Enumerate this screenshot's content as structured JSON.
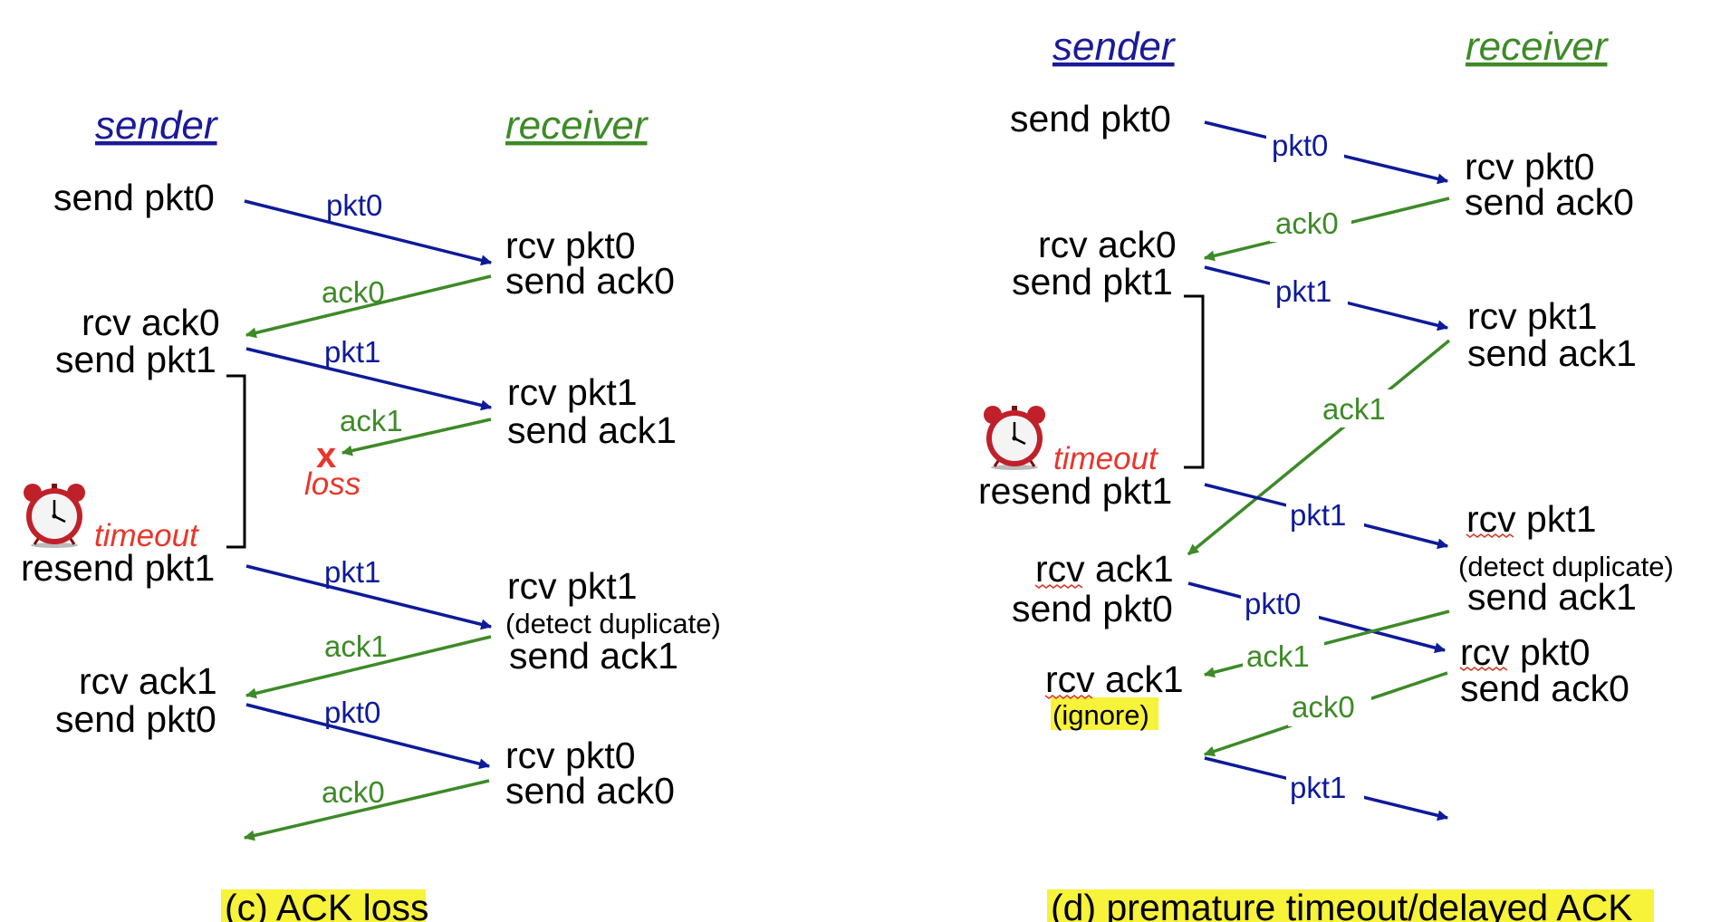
{
  "left": {
    "sender_header": "sender",
    "receiver_header": "receiver",
    "sender_events": [
      "send pkt0",
      "rcv ack0",
      "send pkt1",
      "resend pkt1",
      "rcv ack1",
      "send pkt0"
    ],
    "receiver_events": [
      "rcv pkt0",
      "send ack0",
      "rcv pkt1",
      "send ack1",
      "rcv pkt1",
      "(detect duplicate)",
      "send ack1",
      "rcv pkt0",
      "send ack0"
    ],
    "messages": [
      "pkt0",
      "ack0",
      "pkt1",
      "ack1",
      "pkt1",
      "ack1",
      "pkt0",
      "ack0"
    ],
    "loss_mark": "x",
    "loss_label": "loss",
    "timeout_label": "timeout",
    "caption": "(c) ACK loss"
  },
  "right": {
    "sender_header": "sender",
    "receiver_header": "receiver",
    "sender_events": [
      "send pkt0",
      "rcv ack0",
      "send pkt1",
      "resend pkt1",
      "rcv ack1",
      "send pkt0",
      "rcv ack1",
      "(ignore)"
    ],
    "receiver_events": [
      "rcv pkt0",
      "send ack0",
      "rcv pkt1",
      "send ack1",
      "rcv pkt1",
      "(detect duplicate)",
      "send ack1",
      "rcv pkt0",
      "send ack0"
    ],
    "messages": [
      "pkt0",
      "ack0",
      "pkt1",
      "ack1",
      "pkt1",
      "pkt0",
      "ack1",
      "ack0",
      "pkt1"
    ],
    "timeout_label": "timeout",
    "caption": "(d) premature timeout/delayed ACK"
  },
  "colors": {
    "sender": "#1a1a99",
    "receiver": "#3d8a27",
    "packet_arrow": "#0d1a99",
    "ack_arrow": "#3d8a27",
    "loss": "#e8362b",
    "highlight": "#f7f23a"
  },
  "icons": [
    "alarm-clock-icon"
  ]
}
